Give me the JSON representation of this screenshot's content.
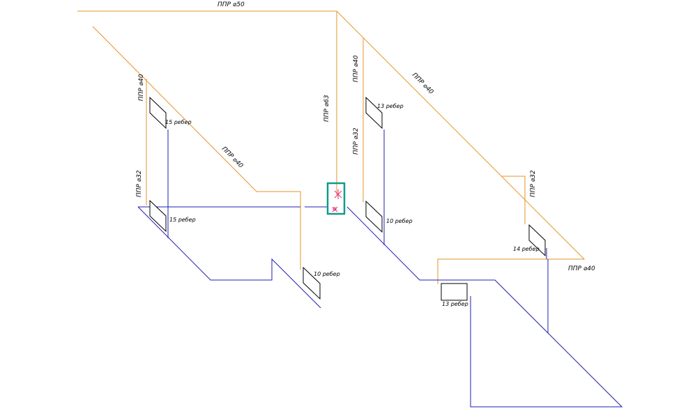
{
  "labels": {
    "main_pipe": "ППР ⌀50",
    "riser_main": "ППР ⌀63",
    "left_top": "ППР ⌀40",
    "left_diag": "ППР ⌀40",
    "left_mid": "ППР ⌀32",
    "mid_top": "ППР ⌀40",
    "mid_mid": "ППР ⌀32",
    "right_diag": "ППР ⌀40",
    "right_mid": "ППР ⌀32",
    "right_bottom": "ППР ⌀40",
    "rad_1": "15 ребер",
    "rad_2": "15 ребер",
    "rad_3": "10 ребер",
    "rad_4": "13 ребер",
    "rad_5": "10 ребер",
    "rad_6": "14 ребер",
    "rad_7": "13 ребер"
  },
  "colors": {
    "supply": "#e6932a",
    "return": "#1f1fb4",
    "radiator": "#000000",
    "boiler_frame": "#119a8c",
    "boiler_mark": "#e6307a"
  }
}
